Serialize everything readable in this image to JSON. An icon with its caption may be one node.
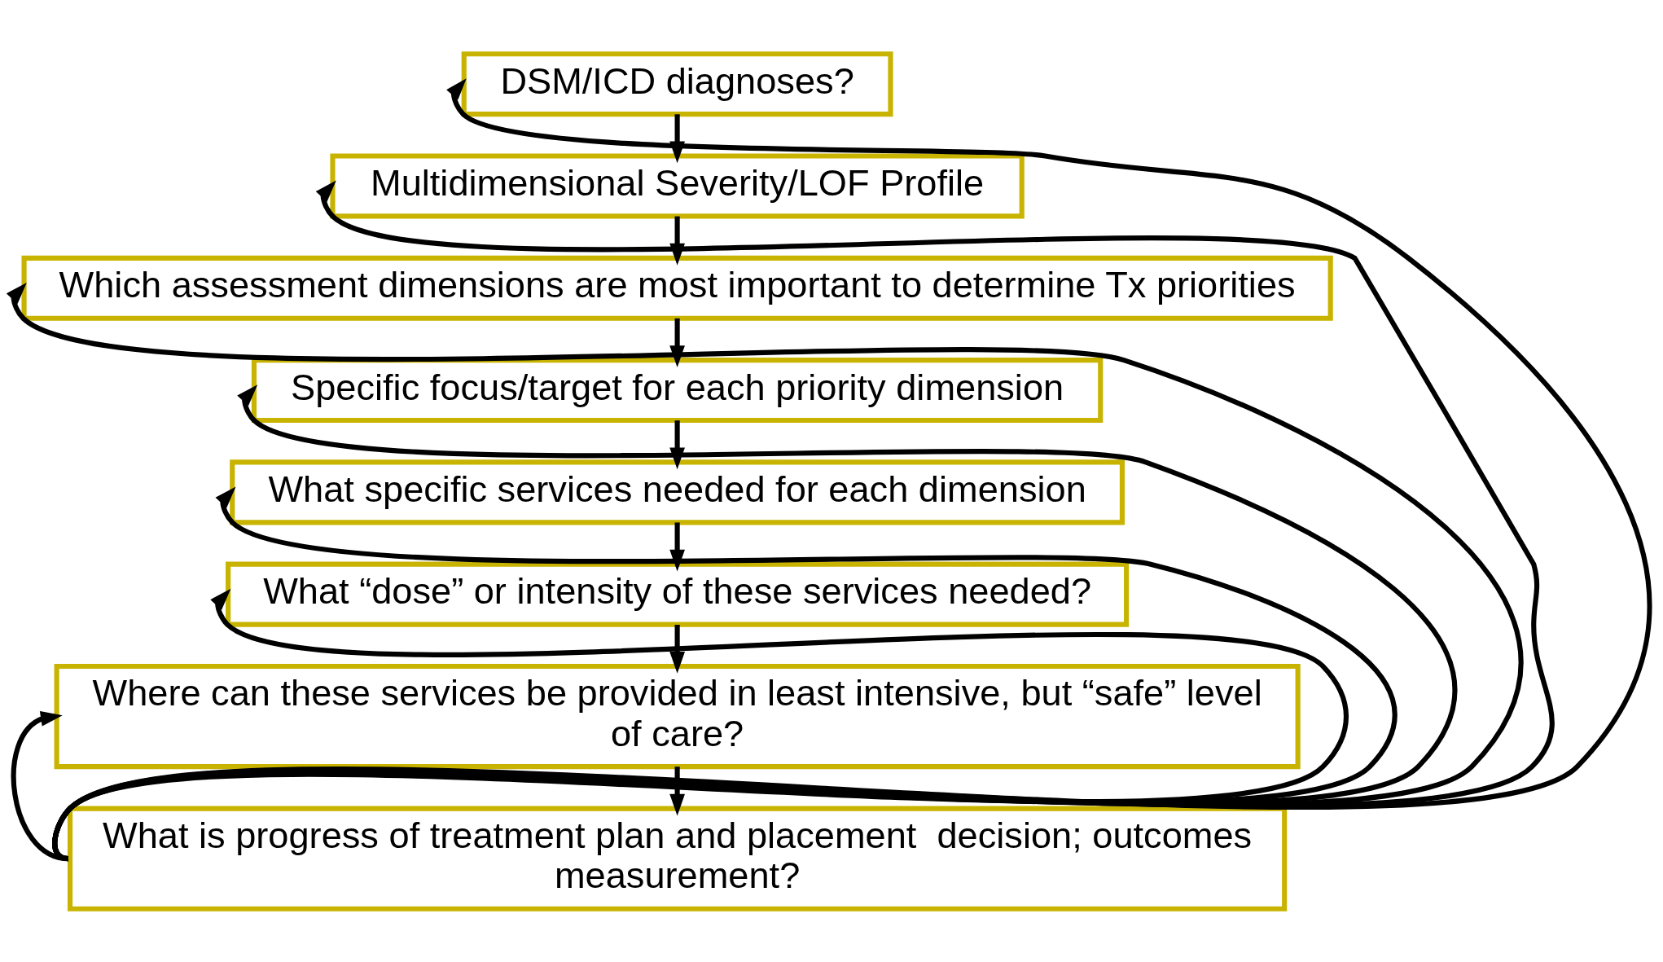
{
  "diagram": {
    "nodes": [
      {
        "text": [
          "DSM/ICD diagnoses?"
        ]
      },
      {
        "text": [
          "Multidimensional Severity/LOF Profile"
        ]
      },
      {
        "text": [
          "Which assessment dimensions are most important to determine Tx priorities"
        ]
      },
      {
        "text": [
          "Specific focus/target for each priority dimension"
        ]
      },
      {
        "text": [
          "What specific services needed for each dimension"
        ]
      },
      {
        "text": [
          "What “dose” or intensity of these services needed?"
        ]
      },
      {
        "text": [
          "Where can these services be provided in least intensive, but “safe” level of care?"
        ]
      },
      {
        "text": [
          "What is progress of treatment plan and placement  decision; outcomes measurement?"
        ]
      }
    ],
    "edges": [
      {
        "from": 0,
        "to": 1,
        "arrow": "to"
      },
      {
        "from": 1,
        "to": 2,
        "arrow": "to"
      },
      {
        "from": 2,
        "to": 3,
        "arrow": "to"
      },
      {
        "from": 3,
        "to": 4,
        "arrow": "to"
      },
      {
        "from": 4,
        "to": 5,
        "arrow": "to"
      },
      {
        "from": 5,
        "to": 6,
        "arrow": "to"
      },
      {
        "from": 6,
        "to": 7,
        "arrow": "to"
      },
      {
        "from": 7,
        "to": 0,
        "arrow": "to"
      },
      {
        "from": 7,
        "to": 1,
        "arrow": "to"
      },
      {
        "from": 7,
        "to": 2,
        "arrow": "to"
      },
      {
        "from": 7,
        "to": 3,
        "arrow": "to"
      },
      {
        "from": 7,
        "to": 4,
        "arrow": "to"
      },
      {
        "from": 7,
        "to": 5,
        "arrow": "to"
      },
      {
        "from": 7,
        "to": 6,
        "arrow": "to"
      }
    ]
  }
}
